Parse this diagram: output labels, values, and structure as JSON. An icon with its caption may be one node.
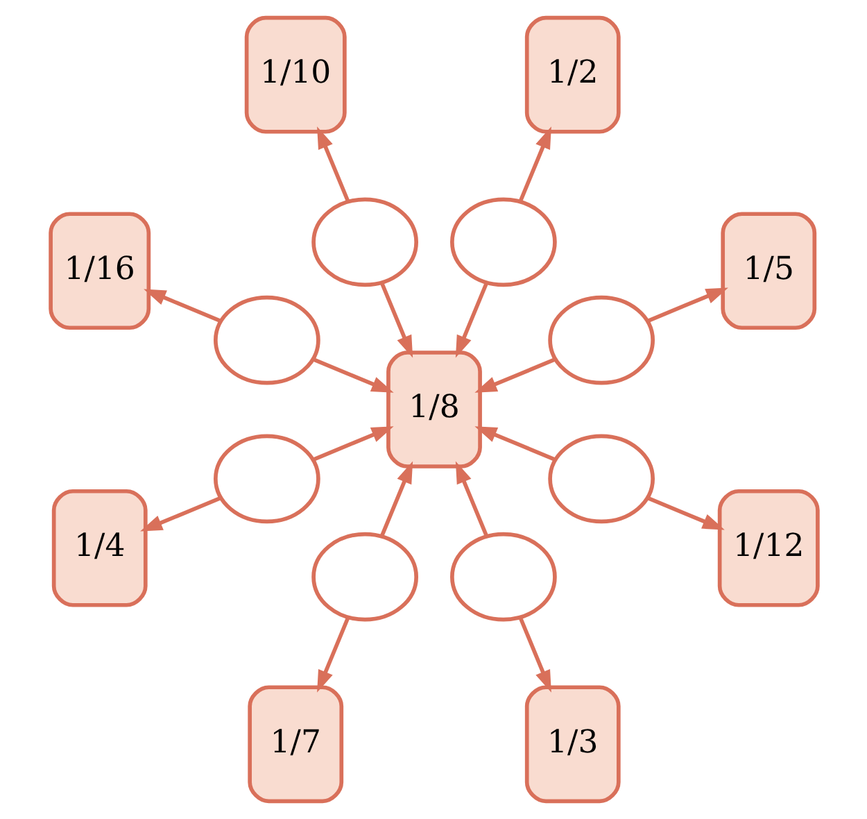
{
  "diagram": {
    "nodes": [
      {
        "text": [
          "1/2"
        ]
      },
      {
        "text": [
          "1/5"
        ]
      },
      {
        "text": [
          "1/10"
        ]
      },
      {
        "text": [],
        "shape": "ellipse"
      },
      {
        "text": [],
        "shape": "ellipse"
      },
      {
        "text": [],
        "shape": "ellipse"
      },
      {
        "text": [
          "1/16"
        ]
      },
      {
        "text": [],
        "shape": "ellipse"
      },
      {
        "text": [
          "1/8"
        ]
      },
      {
        "text": [],
        "shape": "ellipse"
      },
      {
        "text": [
          "1/4"
        ]
      },
      {
        "text": [],
        "shape": "ellipse"
      },
      {
        "text": [],
        "shape": "ellipse"
      },
      {
        "text": [],
        "shape": "ellipse"
      },
      {
        "text": [
          "1/7"
        ]
      },
      {
        "text": [
          "1/12"
        ]
      },
      {
        "text": [
          "1/3"
        ]
      }
    ],
    "edges": [
      {
        "from": 3,
        "to": 8,
        "arrow": "to"
      },
      {
        "from": 3,
        "to": 1,
        "arrow": "to"
      },
      {
        "from": 4,
        "to": 8,
        "arrow": "to"
      },
      {
        "from": 4,
        "to": 0,
        "arrow": "to"
      },
      {
        "from": 5,
        "to": 8,
        "arrow": "to"
      },
      {
        "from": 5,
        "to": 2,
        "arrow": "to"
      },
      {
        "from": 7,
        "to": 8,
        "arrow": "to"
      },
      {
        "from": 7,
        "to": 6,
        "arrow": "to"
      },
      {
        "from": 9,
        "to": 8,
        "arrow": "to"
      },
      {
        "from": 9,
        "to": 10,
        "arrow": "to"
      },
      {
        "from": 11,
        "to": 8,
        "arrow": "to"
      },
      {
        "from": 11,
        "to": 14,
        "arrow": "to"
      },
      {
        "from": 12,
        "to": 8,
        "arrow": "to"
      },
      {
        "from": 12,
        "to": 16,
        "arrow": "to"
      },
      {
        "from": 13,
        "to": 8,
        "arrow": "to"
      },
      {
        "from": 13,
        "to": 15,
        "arrow": "to"
      }
    ]
  }
}
